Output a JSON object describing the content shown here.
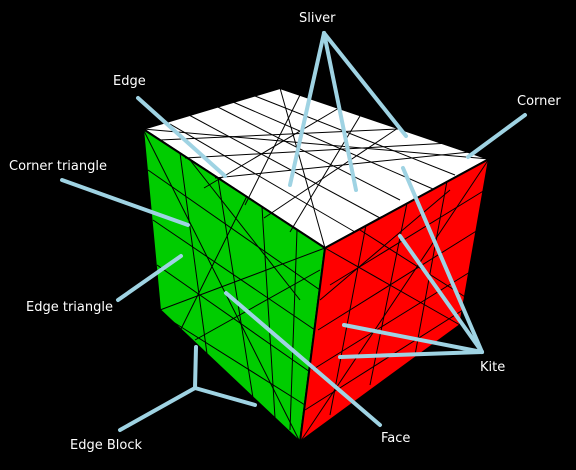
{
  "labels": {
    "sliver": "Sliver",
    "edge": "Edge",
    "corner": "Corner",
    "corner_triangle": "Corner triangle",
    "edge_triangle": "Edge triangle",
    "kite": "Kite",
    "edge_block": "Edge Block",
    "face": "Face"
  },
  "colors": {
    "background": "#000000",
    "top_face": "#ffffff",
    "left_face": "#00cc00",
    "right_face": "#ff0000",
    "leader": "#9fd3e3",
    "label_text": "#ffffff"
  }
}
